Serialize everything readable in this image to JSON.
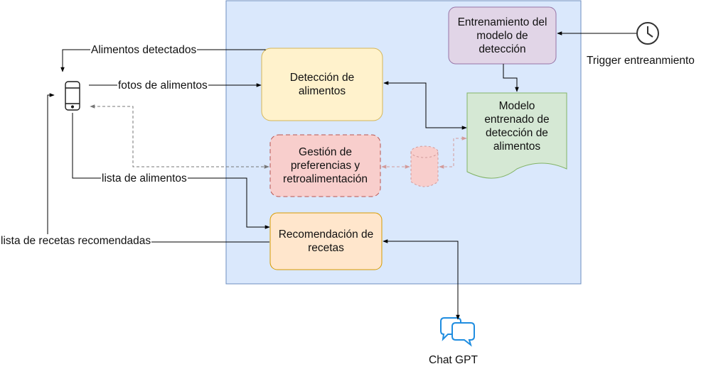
{
  "nodes": {
    "deteccion": {
      "label": "Detección de\nalimentos",
      "fill": "#fff2cc",
      "stroke": "#d6b656"
    },
    "gestion": {
      "label": "Gestión de\npreferencias y\nretroalimentación",
      "fill": "#f8cecc",
      "stroke": "#b85450"
    },
    "recomendacion": {
      "label": "Recomendación de\nrecetas",
      "fill": "#ffe6cc",
      "stroke": "#d79b00"
    },
    "entrenamiento": {
      "label": "Entrenamiento del\nmodelo de\ndetección",
      "fill": "#e1d5e7",
      "stroke": "#9673a6"
    },
    "modelo": {
      "label": "Modelo\nentrenado de\ndetección de\nalimentos",
      "fill": "#d5e8d4",
      "stroke": "#82b366"
    },
    "system_boundary": {
      "fill": "#dae8fc",
      "stroke": "#6c8ebf"
    }
  },
  "edge_labels": {
    "alimentos_detectados": "Alimentos detectados",
    "fotos_alimentos": "fotos de alimentos",
    "lista_alimentos": "lista de alimentos",
    "lista_recetas": "lista de recetas recomendadas"
  },
  "external": {
    "trigger_label": "Trigger entreanmiento",
    "chat_label": "Chat GPT",
    "trigger_icon": "clock-icon",
    "chat_icon": "chat-bubbles-icon",
    "user_icon": "mobile-phone-icon"
  },
  "colors": {
    "line": "#000000",
    "dashed_gray": "#777777",
    "dashed_red": "#d29a9a",
    "chat_blue": "#1f8de0"
  }
}
